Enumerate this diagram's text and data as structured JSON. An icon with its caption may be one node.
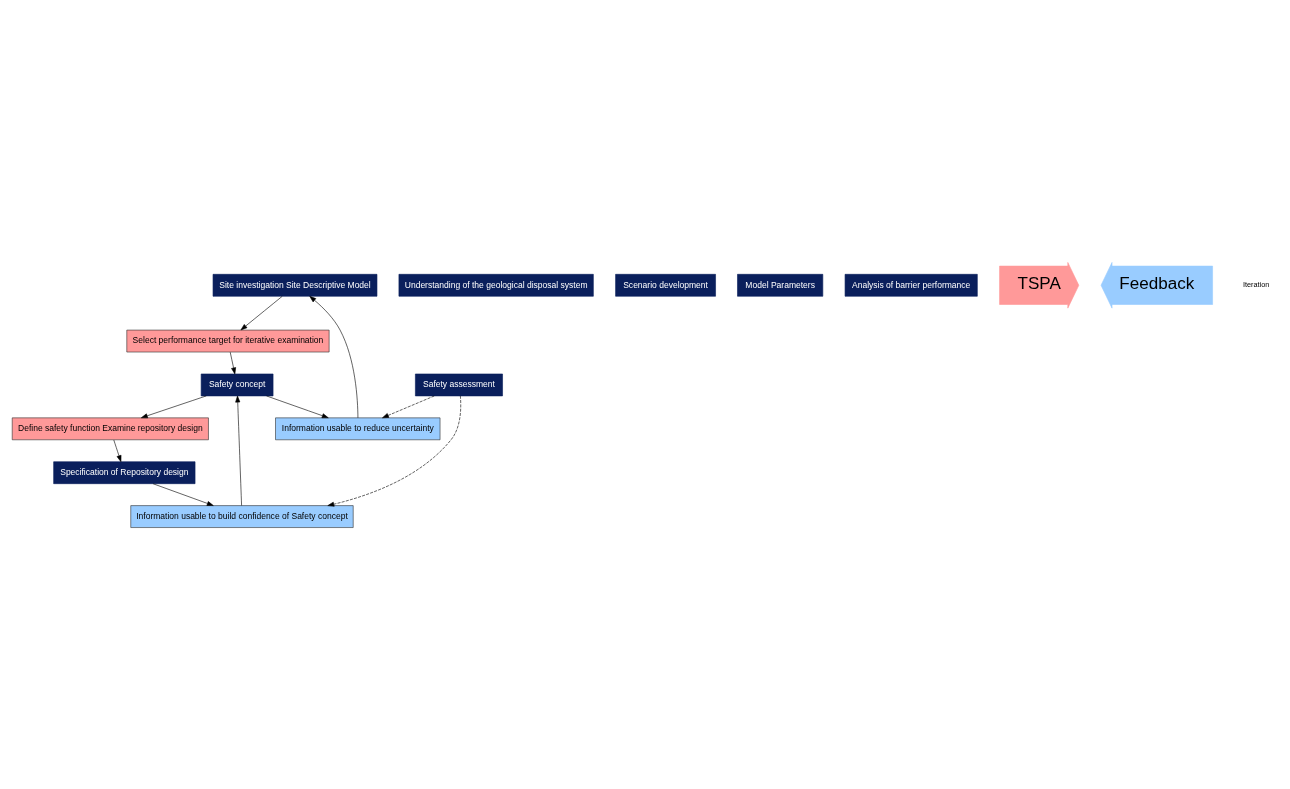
{
  "diagram": {
    "nodes": [
      {
        "text": [
          "Site investigation Site Descriptive Model"
        ]
      },
      {
        "text": [
          "Select performance target for iterative examination"
        ]
      },
      {
        "text": [
          "Information usable to reduce uncertainty"
        ]
      },
      {
        "text": [
          "Safety concept"
        ]
      },
      {
        "text": [
          "Define safety function Examine repository design"
        ]
      },
      {
        "text": [
          "Information usable to build confidence of Safety concept"
        ]
      },
      {
        "text": [
          "Specification of Repository design"
        ]
      },
      {
        "text": [
          "Understanding of the geological disposal system"
        ]
      },
      {
        "text": [
          "Scenario development"
        ]
      },
      {
        "text": [
          "Model Parameters"
        ]
      },
      {
        "text": [
          "Analysis of barrier performance"
        ]
      },
      {
        "text": [
          "Safety assessment"
        ]
      },
      {
        "text": [
          "TSPA"
        ]
      },
      {
        "text": [
          "Feedback"
        ]
      }
    ],
    "edges": [
      {
        "from": 0,
        "to": 1,
        "arrow": "to"
      },
      {
        "from": 1,
        "to": 3,
        "arrow": "to"
      },
      {
        "from": 3,
        "to": 2,
        "arrow": "to"
      },
      {
        "from": 3,
        "to": 4,
        "arrow": "to"
      },
      {
        "from": 4,
        "to": 6,
        "arrow": "to"
      },
      {
        "from": 6,
        "to": 5,
        "arrow": "to"
      },
      {
        "from": 5,
        "to": 3,
        "arrow": "to"
      },
      {
        "from": 2,
        "to": 0,
        "arrow": "to"
      },
      {
        "from": 11,
        "to": 2,
        "arrow": "to",
        "style": "dashed"
      },
      {
        "from": 11,
        "to": 5,
        "arrow": "to",
        "style": "dashed"
      }
    ],
    "labels": [
      "Iteration"
    ]
  }
}
